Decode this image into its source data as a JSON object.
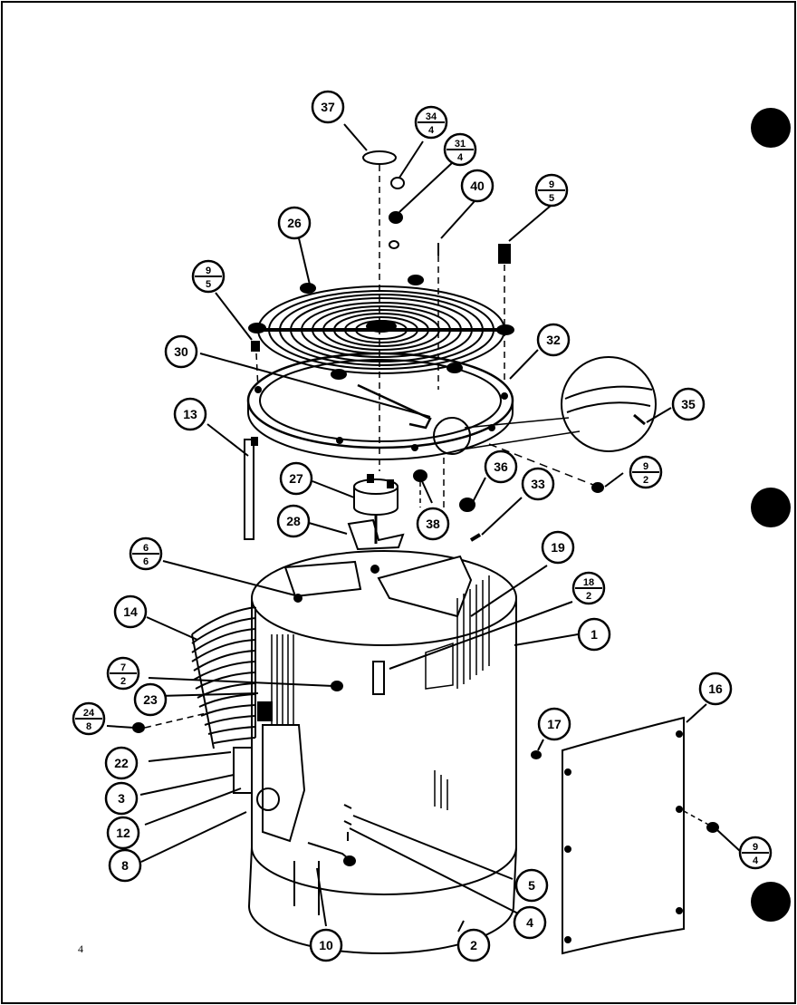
{
  "page_number": "4",
  "callouts": [
    {
      "key": "c1",
      "text": "1"
    },
    {
      "key": "c2",
      "text": "2"
    },
    {
      "key": "c3",
      "text": "3"
    },
    {
      "key": "c4",
      "text": "4"
    },
    {
      "key": "c5",
      "text": "5"
    },
    {
      "key": "c8",
      "text": "8"
    },
    {
      "key": "c10",
      "text": "10"
    },
    {
      "key": "c12",
      "text": "12"
    },
    {
      "key": "c13",
      "text": "13"
    },
    {
      "key": "c14",
      "text": "14"
    },
    {
      "key": "c16",
      "text": "16"
    },
    {
      "key": "c17",
      "text": "17"
    },
    {
      "key": "c19",
      "text": "19"
    },
    {
      "key": "c22",
      "text": "22"
    },
    {
      "key": "c23",
      "text": "23"
    },
    {
      "key": "c26",
      "text": "26"
    },
    {
      "key": "c27",
      "text": "27"
    },
    {
      "key": "c28",
      "text": "28"
    },
    {
      "key": "c30",
      "text": "30"
    },
    {
      "key": "c32",
      "text": "32"
    },
    {
      "key": "c33",
      "text": "33"
    },
    {
      "key": "c35",
      "text": "35"
    },
    {
      "key": "c36",
      "text": "36"
    },
    {
      "key": "c37",
      "text": "37"
    },
    {
      "key": "c38",
      "text": "38"
    },
    {
      "key": "c40",
      "text": "40"
    }
  ],
  "fraction_callouts": [
    {
      "key": "f34_4",
      "top": "34",
      "bottom": "4"
    },
    {
      "key": "f31_4",
      "top": "31",
      "bottom": "4"
    },
    {
      "key": "f9_5a",
      "top": "9",
      "bottom": "5"
    },
    {
      "key": "f9_5b",
      "top": "9",
      "bottom": "5"
    },
    {
      "key": "f9_2",
      "top": "9",
      "bottom": "2"
    },
    {
      "key": "f6_6",
      "top": "6",
      "bottom": "6"
    },
    {
      "key": "f18_2",
      "top": "18",
      "bottom": "2"
    },
    {
      "key": "f7_2",
      "top": "7",
      "bottom": "2"
    },
    {
      "key": "f24_8",
      "top": "24",
      "bottom": "8"
    },
    {
      "key": "f9_4",
      "top": "9",
      "bottom": "4"
    }
  ]
}
